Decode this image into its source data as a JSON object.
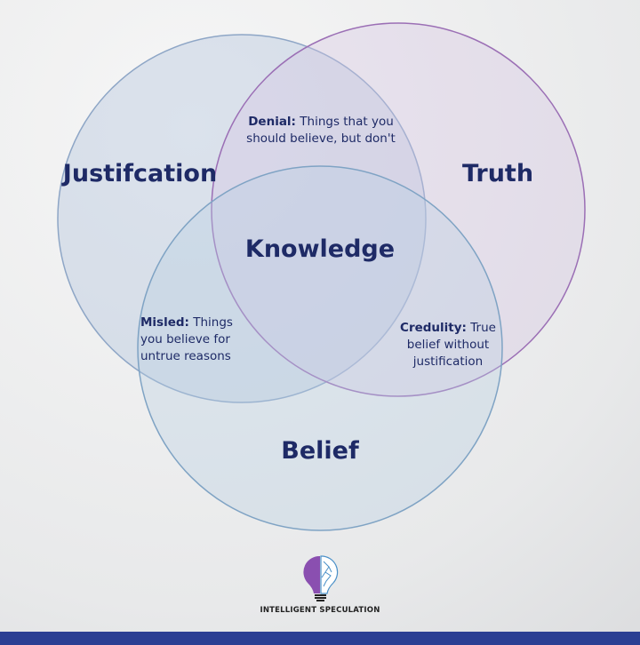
{
  "circles": {
    "justification": {
      "label": "Justifcation",
      "color": "#7f9cc0"
    },
    "truth": {
      "label": "Truth",
      "color": "#9b6fb5"
    },
    "belief": {
      "label": "Belief",
      "color": "#7fa3c4"
    }
  },
  "center_label": "Knowledge",
  "regions": {
    "denial": {
      "title": "Denial:",
      "text": "Things that you should believe, but don't"
    },
    "misled": {
      "title": "Misled:",
      "text": "Things you believe for untrue reasons"
    },
    "credulity": {
      "title": "Credulity:",
      "text": "True belief without justification"
    }
  },
  "logo": {
    "text": "INTELLIGENT SPECULATION"
  },
  "colors": {
    "text": "#1e2a66",
    "bar": "#2b3f93"
  }
}
